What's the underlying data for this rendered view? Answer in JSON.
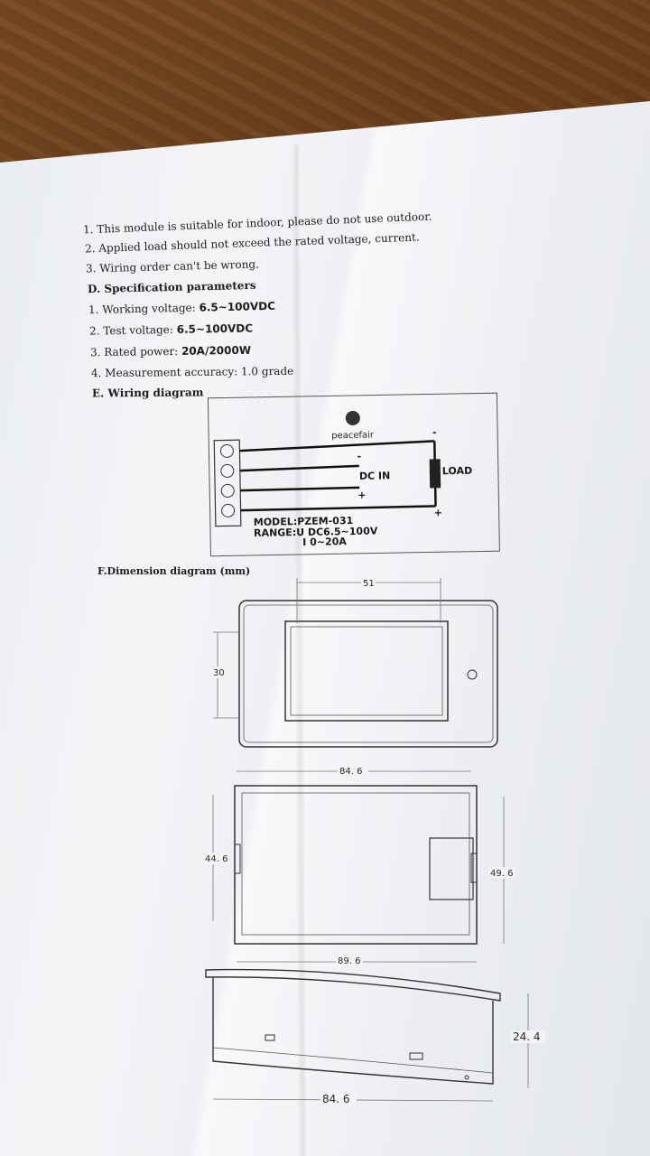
{
  "notes": [
    "1. This module is suitable for indoor, please do not use outdoor.",
    "2. Applied load should not exceed the rated voltage, current.",
    "3. Wiring order can't be wrong."
  ],
  "spec": {
    "heading": "D. Specification parameters",
    "items": [
      {
        "label": "1. Working voltage: ",
        "value": "6.5~100VDC"
      },
      {
        "label": "2. Test voltage: ",
        "value": "6.5~100VDC"
      },
      {
        "label": "3. Rated power: ",
        "value": "20A/2000W"
      },
      {
        "label": "4. Measurement accuracy: 1.0 grade",
        "value": ""
      }
    ]
  },
  "wiring": {
    "heading": "E. Wiring diagram",
    "brand": "peacefair",
    "dc_in": "DC IN",
    "load": "LOAD",
    "minus": "-",
    "plus": "+",
    "model": "MODEL:PZEM-031",
    "range_u": "RANGE:U DC6.5~100V",
    "range_i": "I 0~20A"
  },
  "dimension": {
    "heading": "F.Dimension diagram (mm)",
    "front_width": "51",
    "front_height": "30",
    "back_inner_width": "84. 6",
    "back_inner_height": "44. 6",
    "back_outer_height": "49. 6",
    "back_outer_width": "89. 6",
    "side_depth": "24. 4",
    "side_width": "84. 6"
  },
  "colors": {
    "paper": "#f0f2f5",
    "ink": "#1d1d1f",
    "wood": "#6b3e1b"
  }
}
